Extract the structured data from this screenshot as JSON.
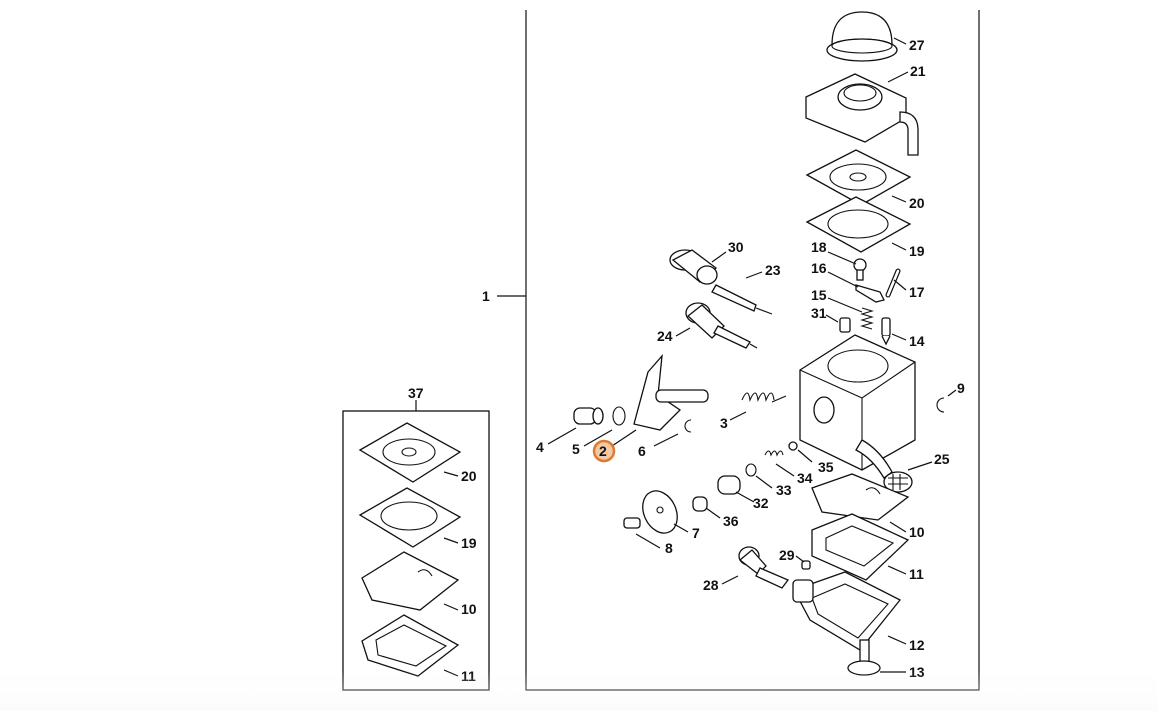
{
  "diagram": {
    "title": "Carburetor exploded parts diagram",
    "highlight_color": "#e07a2e",
    "highlighted_part": "2",
    "assembly_label": "1",
    "kit_label": "37",
    "main_callouts": [
      "27",
      "21",
      "20",
      "19",
      "18",
      "16",
      "17",
      "15",
      "31",
      "14",
      "30",
      "23",
      "24",
      "9",
      "3",
      "4",
      "5",
      "2",
      "6",
      "35",
      "34",
      "25",
      "33",
      "32",
      "36",
      "7",
      "8",
      "10",
      "29",
      "11",
      "28",
      "12",
      "13"
    ],
    "kit_callouts": [
      "20",
      "19",
      "10",
      "11"
    ]
  }
}
